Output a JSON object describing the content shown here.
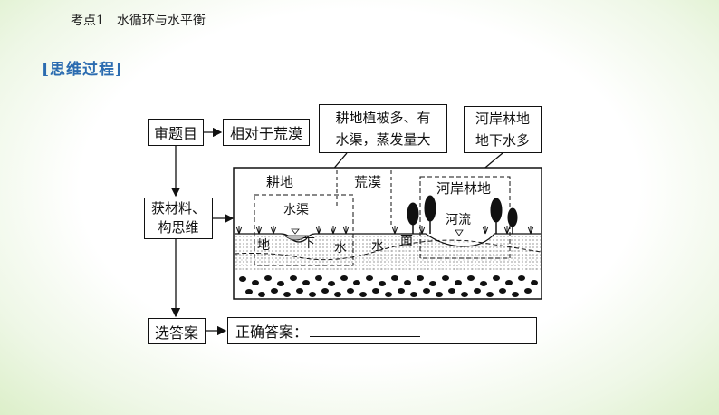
{
  "header": {
    "title": "考点1　水循环与水平衡"
  },
  "section": {
    "title": "[思维过程]"
  },
  "flow": {
    "step1": "审题目",
    "step1_result": "相对于荒漠",
    "step2_line1": "获材料、",
    "step2_line2": "构思维",
    "step3": "选答案",
    "answer_label": "正确答案："
  },
  "callouts": {
    "farmland_line1": "耕地植被多、有",
    "farmland_line2": "水渠，蒸发量大",
    "riparian_line1": "河岸林地",
    "riparian_line2": "地下水多"
  },
  "diagram": {
    "farmland": "耕地",
    "desert": "荒漠",
    "riparian": "河岸林地",
    "canal": "水渠",
    "river": "河流",
    "gw_chars": [
      "地",
      "下",
      "水",
      "水",
      "面"
    ]
  }
}
